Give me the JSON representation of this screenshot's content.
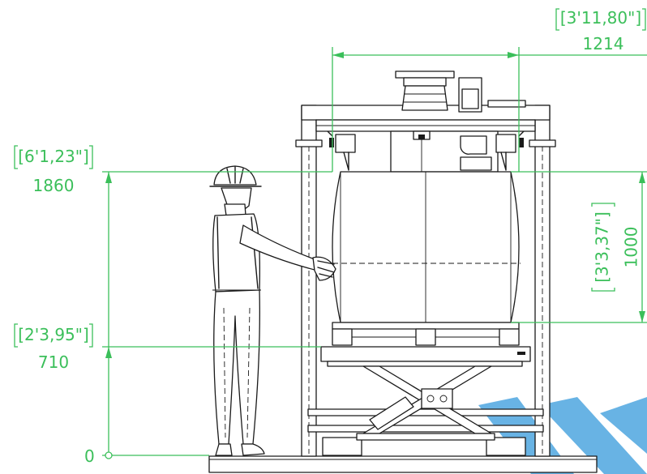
{
  "colors": {
    "dimension": "#3bbf5a",
    "line_art": "#1a1a1a",
    "watermark": "#4ea6e0",
    "background": "#ffffff"
  },
  "dimensions": {
    "width_imperial": "[3'11,80\"]",
    "width_metric": "1214",
    "height_total_imperial": "[6'1,23\"]",
    "height_total_metric": "1860",
    "bag_height_imperial": "[3'3,37\"]",
    "bag_height_metric": "1000",
    "table_height_imperial": "[2'3,95\"]",
    "table_height_metric": "710",
    "zero_label": "0"
  },
  "figure": {
    "icons": [
      "worker-figure-icon",
      "scissor-lift-icon",
      "bulk-bag-icon",
      "watermark-logo-icon"
    ]
  }
}
